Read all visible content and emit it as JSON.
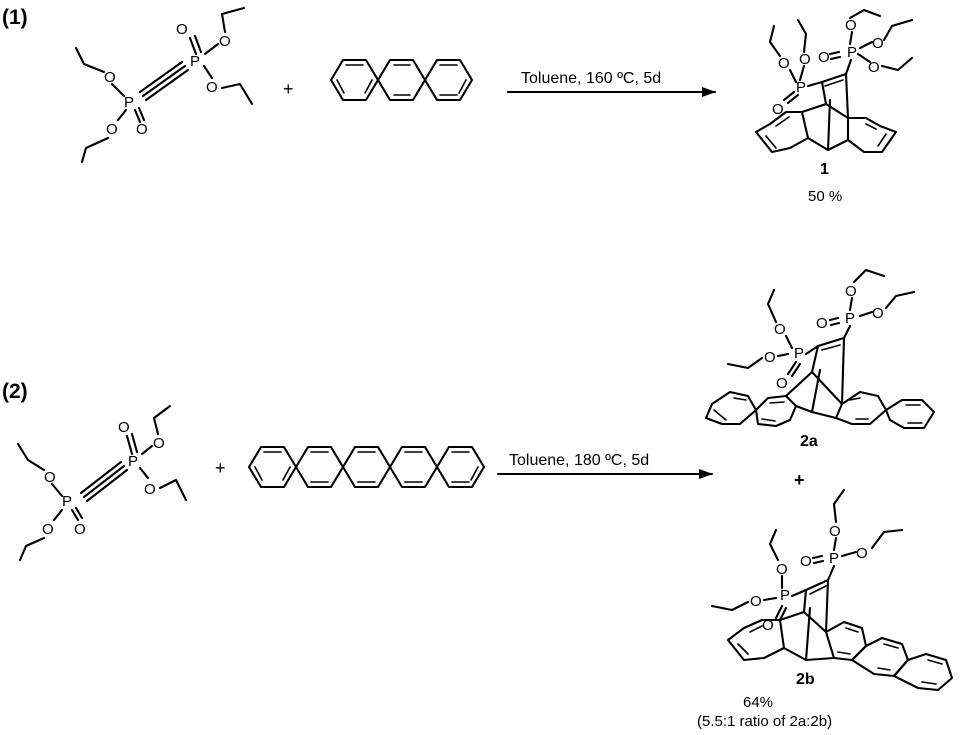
{
  "scheme1": {
    "label": "(1)",
    "plus": "+",
    "conditions": "Toluene, 160 ºC, 5d",
    "product": {
      "label": "1",
      "yield": "50 %"
    }
  },
  "scheme2": {
    "label": "(2)",
    "plus": "+",
    "conditions": "Toluene, 180 ºC, 5d",
    "product_a": {
      "label": "2a"
    },
    "products_plus": "+",
    "product_b": {
      "label": "2b"
    },
    "yield": "64%",
    "ratio": "(5.5:1 ratio of 2a:2b)"
  },
  "atom_labels": [
    "P",
    "O"
  ],
  "colors": {
    "ink": "#000000",
    "background": "#ffffff"
  }
}
